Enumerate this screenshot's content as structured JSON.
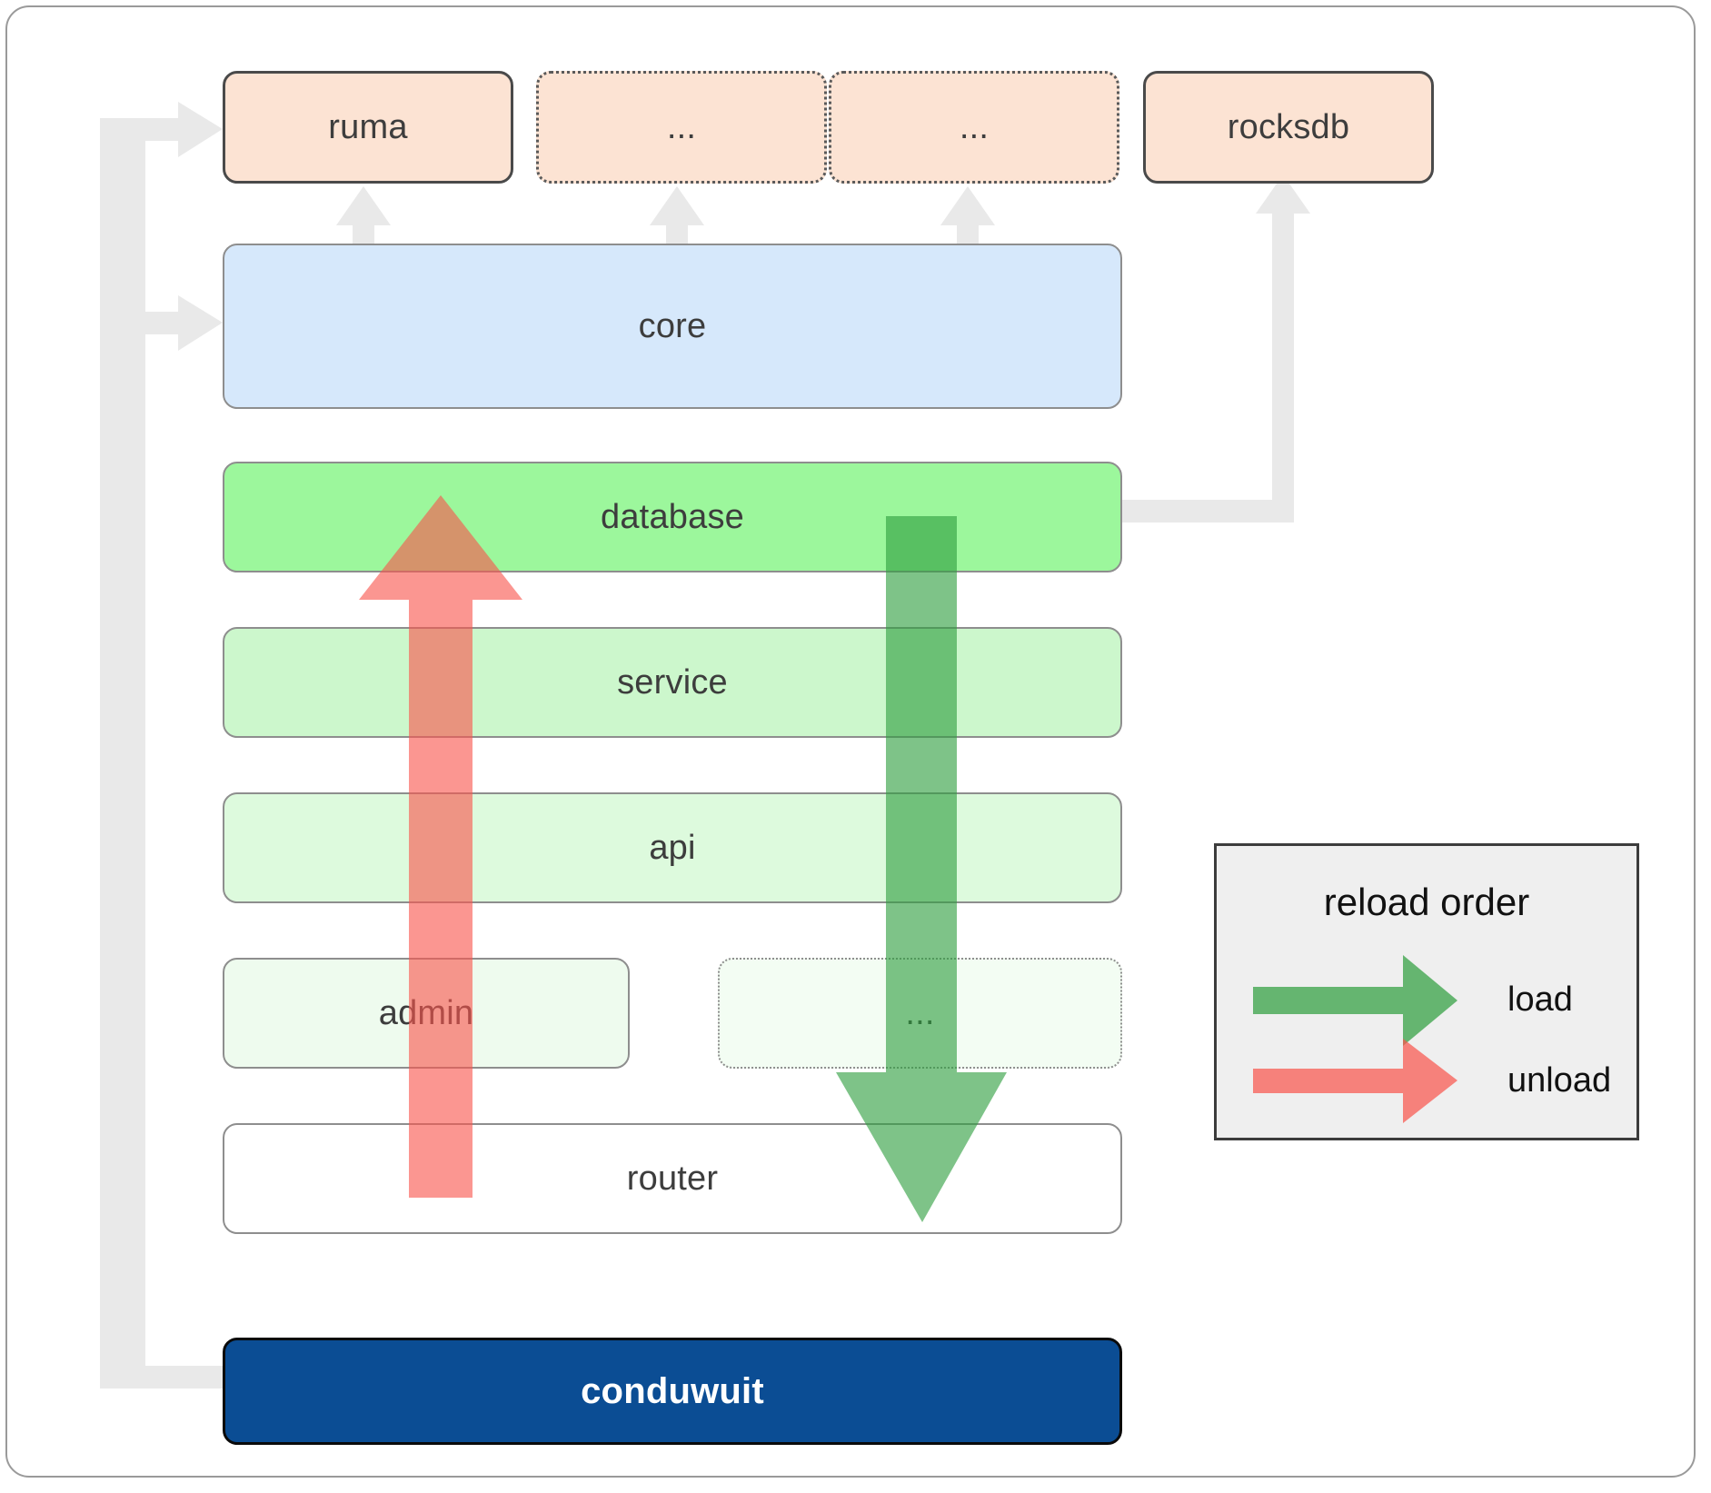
{
  "diagram": {
    "title": "conduwuit crate dependency and reload order diagram",
    "colors": {
      "dependency_fill": "#fce3d3",
      "core_fill": "#d6e8fb",
      "database_fill": "#9cf79c",
      "service_fill": "#ccf7cc",
      "api_fill": "#ddfadd",
      "admin_fill": "#eefbee",
      "router_fill": "#ffffff",
      "conduwuit_fill": "#0b4d94",
      "load_arrow": "#4caf50",
      "unload_arrow": "#f86b6b",
      "wire_gray": "#e8e8e8",
      "legend_bg": "#efefef",
      "border_gray": "#8e8e8e",
      "border_dark": "#4a4a4a"
    },
    "dependencies": [
      {
        "label": "ruma",
        "style": "solid"
      },
      {
        "label": "...",
        "style": "dotted"
      },
      {
        "label": "...",
        "style": "dotted"
      },
      {
        "label": "rocksdb",
        "style": "solid"
      }
    ],
    "layers": [
      {
        "label": "core",
        "style": "solid"
      },
      {
        "label": "database",
        "style": "solid"
      },
      {
        "label": "service",
        "style": "solid"
      },
      {
        "label": "api",
        "style": "solid"
      },
      {
        "label": "admin",
        "style": "solid"
      },
      {
        "label": "...",
        "style": "dotted"
      },
      {
        "label": "router",
        "style": "solid"
      }
    ],
    "binary": {
      "label": "conduwuit"
    },
    "legend": {
      "title": "reload order",
      "entries": [
        {
          "label": "load",
          "color": "#4caf50",
          "direction": "right"
        },
        {
          "label": "unload",
          "color": "#f86b6b",
          "direction": "right"
        }
      ]
    },
    "flows": [
      {
        "name": "unload",
        "direction": "up",
        "from": "router",
        "to": "database",
        "color": "#f86b6b"
      },
      {
        "name": "load",
        "direction": "down",
        "from": "database",
        "to": "router",
        "color": "#4caf50"
      }
    ]
  }
}
